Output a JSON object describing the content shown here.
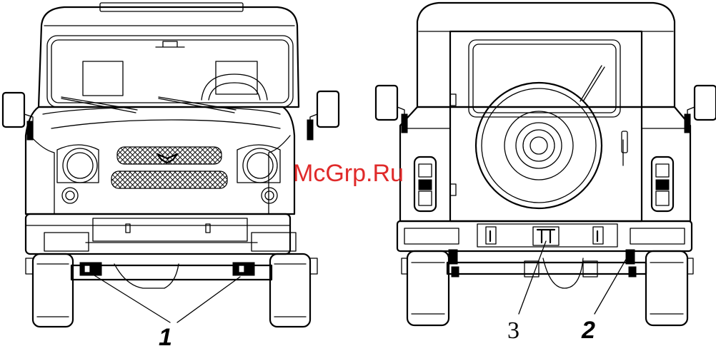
{
  "watermark": {
    "text": "McGrp.Ru",
    "color": "#e02a2a"
  },
  "callouts": [
    {
      "id": "1",
      "label": "1"
    },
    {
      "id": "2",
      "label": "2"
    },
    {
      "id": "3",
      "label": "3"
    }
  ],
  "colors": {
    "line": "#000000",
    "background": "#ffffff"
  }
}
